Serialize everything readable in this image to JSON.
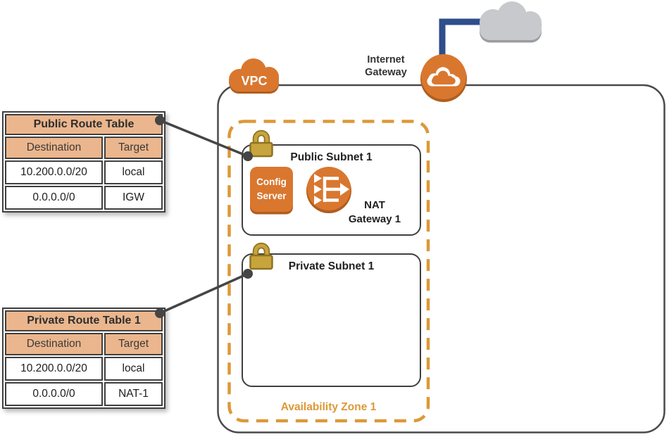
{
  "diagram": {
    "vpc_label": "VPC",
    "internet_gateway_label_line1": "Internet",
    "internet_gateway_label_line2": "Gateway",
    "availability_zone_label": "Availability Zone 1",
    "public_subnet_label": "Public Subnet 1",
    "private_subnet_label": "Private Subnet 1",
    "config_server_line1": "Config",
    "config_server_line2": "Server",
    "nat_gateway_line1": "NAT",
    "nat_gateway_line2": "Gateway 1"
  },
  "route_tables": [
    {
      "title": "Public Route Table",
      "columns": [
        "Destination",
        "Target"
      ],
      "rows": [
        [
          "10.200.0.0/20",
          "local"
        ],
        [
          "0.0.0.0/0",
          "IGW"
        ]
      ]
    },
    {
      "title": "Private Route Table 1",
      "columns": [
        "Destination",
        "Target"
      ],
      "rows": [
        [
          "10.200.0.0/20",
          "local"
        ],
        [
          "0.0.0.0/0",
          "NAT-1"
        ]
      ]
    }
  ],
  "icons": {
    "vpc": "orange-cloud-badge",
    "internet": "gray-cloud",
    "internet_gateway": "orange-circle-with-white-cloud",
    "subnet_lock": "gold-padlock",
    "nat_gateway": "orange-circle-with-merge-arrows"
  },
  "colors": {
    "aws_orange": "#D9772F",
    "orange_shadow": "#B05E1E",
    "az_orange": "#DC9938",
    "gold_lock": "#C8A43C",
    "gold_lock_dark": "#8E7320",
    "table_tan": "#EBB68D",
    "line_gray": "#454545",
    "border_dark": "#3F3F3F",
    "blue": "#2E4E8C",
    "cloud_gray": "#C7C9CC"
  }
}
